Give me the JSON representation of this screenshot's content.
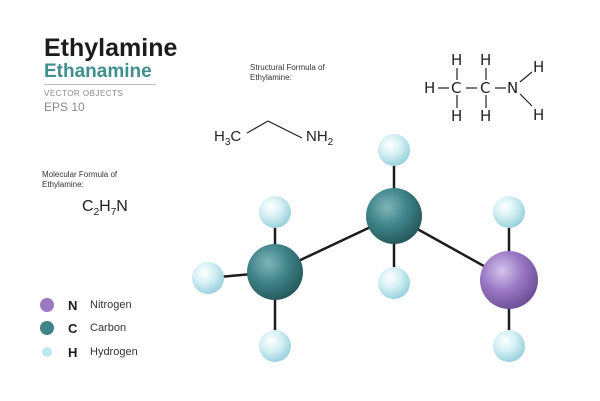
{
  "header": {
    "title": "Ethylamine",
    "subtitle": "Ethanamine",
    "vector_label": "VECTOR OBJECTS",
    "eps_label": "EPS 10"
  },
  "structural": {
    "label_line1": "Structural  Formula of",
    "label_line2": "Ethylamine:",
    "skeletal_left_main": "H",
    "skeletal_left_sub": "3",
    "skeletal_left_tail": "C",
    "skeletal_right_main": "NH",
    "skeletal_right_sub": "2",
    "expanded_atoms": {
      "h": "H",
      "c": "C",
      "n": "N"
    }
  },
  "molecular": {
    "label_line1": "Molecular Formula of",
    "label_line2": "Ethylamine:",
    "formula_parts": [
      "C",
      "2",
      "H",
      "7",
      "N"
    ]
  },
  "legend": [
    {
      "symbol": "N",
      "name": "Nitrogen",
      "color": "#9a78c4"
    },
    {
      "symbol": "C",
      "name": "Carbon",
      "color": "#3f8489"
    },
    {
      "symbol": "H",
      "name": "Hydrogen",
      "color": "#bfe8ef"
    }
  ],
  "colors": {
    "accent": "#3f8f8f",
    "nitrogen": "#9a78c4",
    "carbon": "#3f8489",
    "hydrogen": "#bfe8ef",
    "bond": "#1c1c1c"
  }
}
